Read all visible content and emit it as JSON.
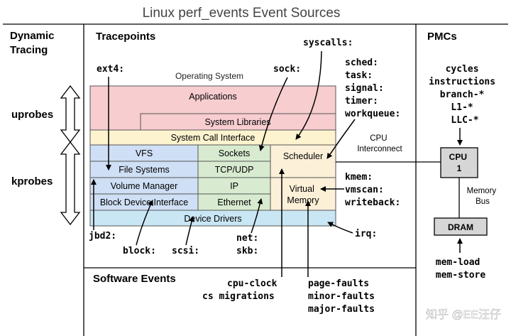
{
  "title": "Linux perf_events Event Sources",
  "sections": {
    "dynamic_tracing": [
      "Dynamic",
      "Tracing"
    ],
    "tracepoints": "Tracepoints",
    "pmcs": "PMCs",
    "software_events": "Software Events"
  },
  "dynamic": {
    "uprobes": "uprobes",
    "kprobes": "kprobes"
  },
  "os_label": "Operating System",
  "stack": {
    "applications": "Applications",
    "system_libraries": "System Libraries",
    "system_call_interface": "System Call Interface",
    "vfs": "VFS",
    "file_systems": "File Systems",
    "volume_manager": "Volume Manager",
    "block_device_interface": "Block Device Interface",
    "sockets": "Sockets",
    "tcp_udp": "TCP/UDP",
    "ip": "IP",
    "ethernet": "Ethernet",
    "scheduler": "Scheduler",
    "virtual_memory": [
      "Virtual",
      "Memory"
    ],
    "device_drivers": "Device Drivers"
  },
  "tracepoints": {
    "ext4": "ext4:",
    "syscalls": "syscalls:",
    "sock": "sock:",
    "sched_group": [
      "sched:",
      "task:",
      "signal:",
      "timer:",
      "workqueue:"
    ],
    "mem_group": [
      "kmem:",
      "vmscan:",
      "writeback:"
    ],
    "jbd2": "jbd2:",
    "block": "block:",
    "scsi": "scsi:",
    "net": "net:",
    "skb": "skb:",
    "irq": "irq:"
  },
  "hardware": {
    "cpu_interconnect": [
      "CPU",
      "Interconnect"
    ],
    "cpu": [
      "CPU",
      "1"
    ],
    "memory_bus": [
      "Memory",
      "Bus"
    ],
    "dram": "DRAM"
  },
  "pmcs": {
    "events": [
      "cycles",
      "instructions",
      "branch-*",
      "L1-*",
      "LLC-*"
    ],
    "mem_events": [
      "mem-load",
      "mem-store"
    ]
  },
  "software_events": {
    "cpu_events": [
      "cpu-clock",
      "cs migrations"
    ],
    "fault_events": [
      "page-faults",
      "minor-faults",
      "major-faults"
    ]
  },
  "watermark": "知乎 @EE汪仔",
  "colors": {
    "applications": "#f7cdd0",
    "syscall": "#fdf3cf",
    "storage": "#cfdff5",
    "network": "#d8ebd0",
    "sched_vm": "#fdf0d8",
    "drivers": "#c9e6f4",
    "hw_box": "#d6d6d6"
  }
}
